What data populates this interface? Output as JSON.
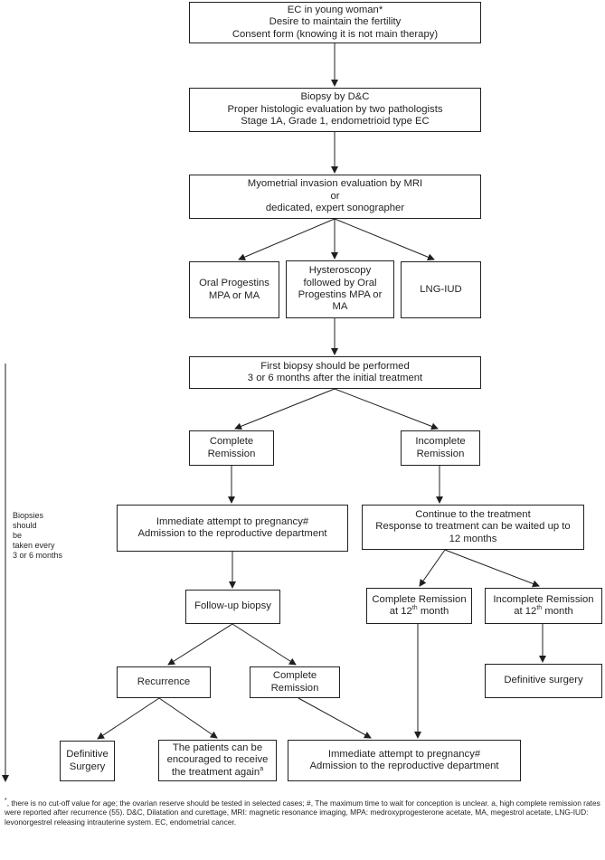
{
  "boxes": {
    "intro": [
      "EC in young woman*",
      "Desire to maintain the fertility",
      "Consent form (knowing it is not main therapy)"
    ],
    "biopsy": [
      "Biopsy by D&C",
      "Proper histologic evaluation by two pathologists",
      "Stage 1A, Grade 1, endometrioid type EC"
    ],
    "myometrial": [
      "Myometrial invasion evaluation by MRI",
      "or",
      "dedicated, expert sonographer"
    ],
    "oral_progestins": [
      "Oral Progestins",
      "MPA or MA"
    ],
    "hysteroscopy": [
      "Hysteroscopy",
      "followed by Oral",
      "Progestins MPA or",
      "MA"
    ],
    "lng_iud": [
      "LNG-IUD"
    ],
    "first_biopsy": [
      "First biopsy should be performed",
      "3 or 6 months after the initial treatment"
    ],
    "complete_remission": [
      "Complete",
      "Remission"
    ],
    "incomplete_remission": [
      "Incomplete",
      "Remission"
    ],
    "immediate_attempt_1": [
      "Immediate attempt to pregnancy#",
      "Admission to the reproductive department"
    ],
    "continue_treatment": [
      "Continue to the treatment",
      "Response to treatment can be waited up to",
      "12 months"
    ],
    "follow_up": [
      "Follow-up biopsy"
    ],
    "complete_12": {
      "line1": "Complete Remission",
      "line2_pre": "at 12",
      "sup": "th",
      "line2_post": " month"
    },
    "incomplete_12": {
      "line1": "Incomplete Remission",
      "line2_pre": "at 12",
      "sup": "th",
      "line2_post": " month"
    },
    "recurrence": [
      "Recurrence"
    ],
    "complete_remission_2": [
      "Complete",
      "Remission"
    ],
    "definitive_surgery_right": [
      "Definitive surgery"
    ],
    "definitive_surgery_left": [
      "Definitive",
      "Surgery"
    ],
    "patients_encouraged": {
      "lines": [
        "The patients can be",
        "encouraged to receive"
      ],
      "last_pre": "the treatment again",
      "sup": "a"
    },
    "immediate_attempt_2": [
      "Immediate attempt to pregnancy#",
      "Admission to the reproductive department"
    ]
  },
  "sidebar": [
    "Biopsies",
    "should",
    "be",
    "taken every",
    "3 or 6 months"
  ],
  "footnote": {
    "prefix_sup": "*",
    "text": ", there is no cut-off value for age; the ovarian reserve should be tested in selected cases; #, The maximum time to wait for conception is unclear. a, high complete remission rates were reported after recurrence (55). D&C, Dilatation and curettage, MRI: magnetic resonance imaging, MPA: medroxyprogesterone acetate, MA, megestrol acetate, LNG-IUD: levonorgestrel releasing intrauterine system. EC, endometrial cancer."
  }
}
